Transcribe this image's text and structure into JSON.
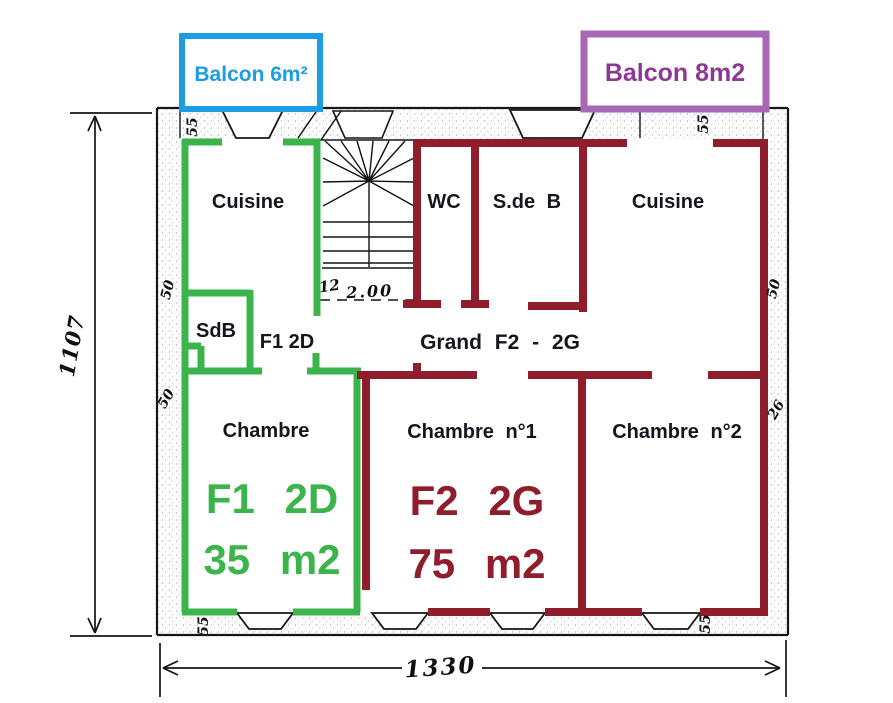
{
  "balconies": {
    "left": {
      "label": "Balcon 6m²"
    },
    "right": {
      "label": "Balcon 8m2"
    }
  },
  "rooms": {
    "cuisine_left": "Cuisine",
    "wc": "WC",
    "salle_de_bain": "S.de B",
    "cuisine_right": "Cuisine",
    "sdb_small": "SdB",
    "chambre_f1": "Chambre",
    "chambre_1": "Chambre n°1",
    "chambre_2": "Chambre n°2"
  },
  "apartments": {
    "f1_tag": "F1 2D",
    "f2_tag": "Grand F2 - 2G",
    "f1_name": "F1 2D",
    "f1_area": "35 m2",
    "f2_name": "F2 2G",
    "f2_area": "75 m2"
  },
  "dimensions": {
    "total_height": "1107",
    "total_width": "1330",
    "wall_55_top_left": "55",
    "wall_55_top_right": "55",
    "wall_50_left_upper": "50",
    "wall_50_left_lower": "50",
    "wall_50_right": "50",
    "wall_26_right": "26",
    "wall_55_bottom_left": "55",
    "wall_55_bottom_right": "55",
    "stair_count": "12",
    "stair_width": "2.00"
  },
  "colors": {
    "f1_green": "#3cb44c",
    "f2_darkred": "#8f1d2c",
    "balcony_blue": "#1b9ce3",
    "balcony_purple_border": "#a767b5",
    "balcony_purple_text": "#8d3894",
    "wall_black": "#161616"
  }
}
